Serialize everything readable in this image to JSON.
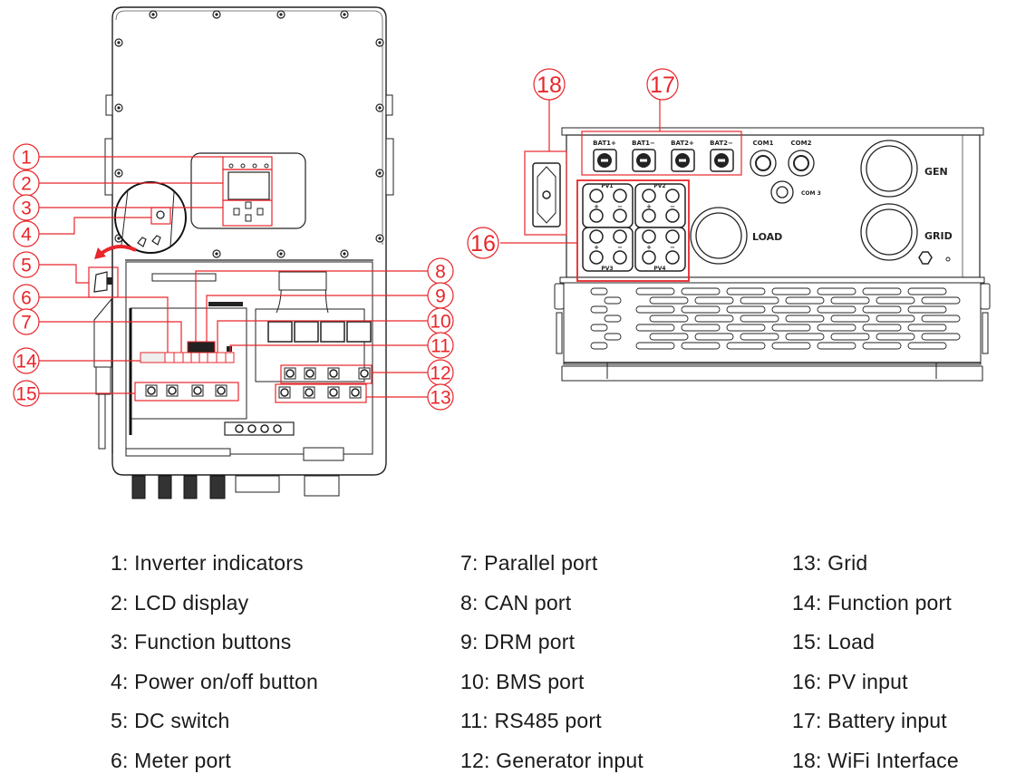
{
  "diagram": {
    "title": "Hybrid inverter interface overview",
    "accent_color": "#e8262b",
    "front_view": {
      "callouts": [
        "1",
        "2",
        "3",
        "4",
        "5",
        "6",
        "7",
        "8",
        "9",
        "10",
        "11",
        "12",
        "13",
        "14",
        "15"
      ]
    },
    "bottom_view": {
      "callouts": [
        "16",
        "17",
        "18"
      ],
      "port_labels": {
        "bat1_pos": "BAT1+",
        "bat1_neg": "BAT1−",
        "bat2_pos": "BAT2+",
        "bat2_neg": "BAT2−",
        "com1": "COM1",
        "com2": "COM2",
        "com3": "COM 3",
        "gen": "GEN",
        "load": "LOAD",
        "grid": "GRID",
        "pv1": "PV1",
        "pv2": "PV2",
        "pv3": "PV3",
        "pv4": "PV4",
        "plus": "+",
        "minus": "−"
      }
    }
  },
  "legend": {
    "columns": [
      [
        {
          "number": "1",
          "label": "1: Inverter indicators"
        },
        {
          "number": "2",
          "label": "2: LCD display"
        },
        {
          "number": "3",
          "label": "3: Function buttons"
        },
        {
          "number": "4",
          "label": "4: Power on/off button"
        },
        {
          "number": "5",
          "label": "5: DC switch"
        },
        {
          "number": "6",
          "label": "6: Meter port"
        }
      ],
      [
        {
          "number": "7",
          "label": "7: Parallel port"
        },
        {
          "number": "8",
          "label": "8: CAN port"
        },
        {
          "number": "9",
          "label": "9: DRM port"
        },
        {
          "number": "10",
          "label": "10: BMS port"
        },
        {
          "number": "11",
          "label": "11: RS485 port"
        },
        {
          "number": "12",
          "label": "12: Generator input"
        }
      ],
      [
        {
          "number": "13",
          "label": "13: Grid"
        },
        {
          "number": "14",
          "label": "14: Function port"
        },
        {
          "number": "15",
          "label": "15: Load"
        },
        {
          "number": "16",
          "label": "16: PV input"
        },
        {
          "number": "17",
          "label": "17: Battery input"
        },
        {
          "number": "18",
          "label": "18: WiFi Interface"
        }
      ]
    ]
  }
}
